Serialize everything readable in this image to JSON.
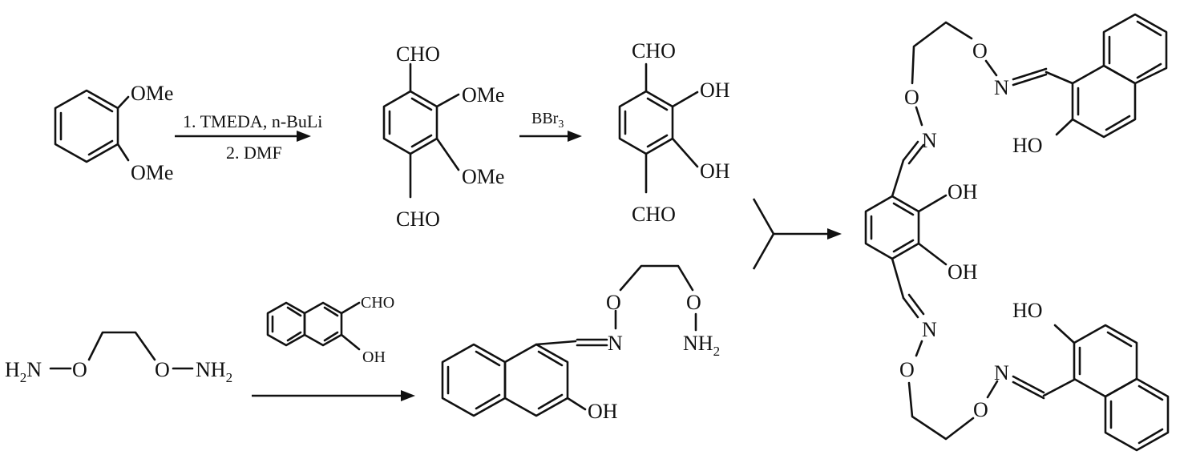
{
  "reagents": {
    "step1_line1": "1. TMEDA, n-BuLi",
    "step1_line2": "2. DMF",
    "step2": "BBr",
    "step2_sub": "3"
  },
  "groups": {
    "ome": "OMe",
    "cho": "CHO",
    "oh": "OH",
    "ho": "HO",
    "o": "O",
    "n": "N",
    "h2n_h": "H",
    "h2n_sub": "2",
    "h2n_n": "N",
    "nh2_nh": "NH",
    "nh2_sub": "2"
  },
  "colors": {
    "ink": "#111111",
    "background": "#ffffff"
  }
}
